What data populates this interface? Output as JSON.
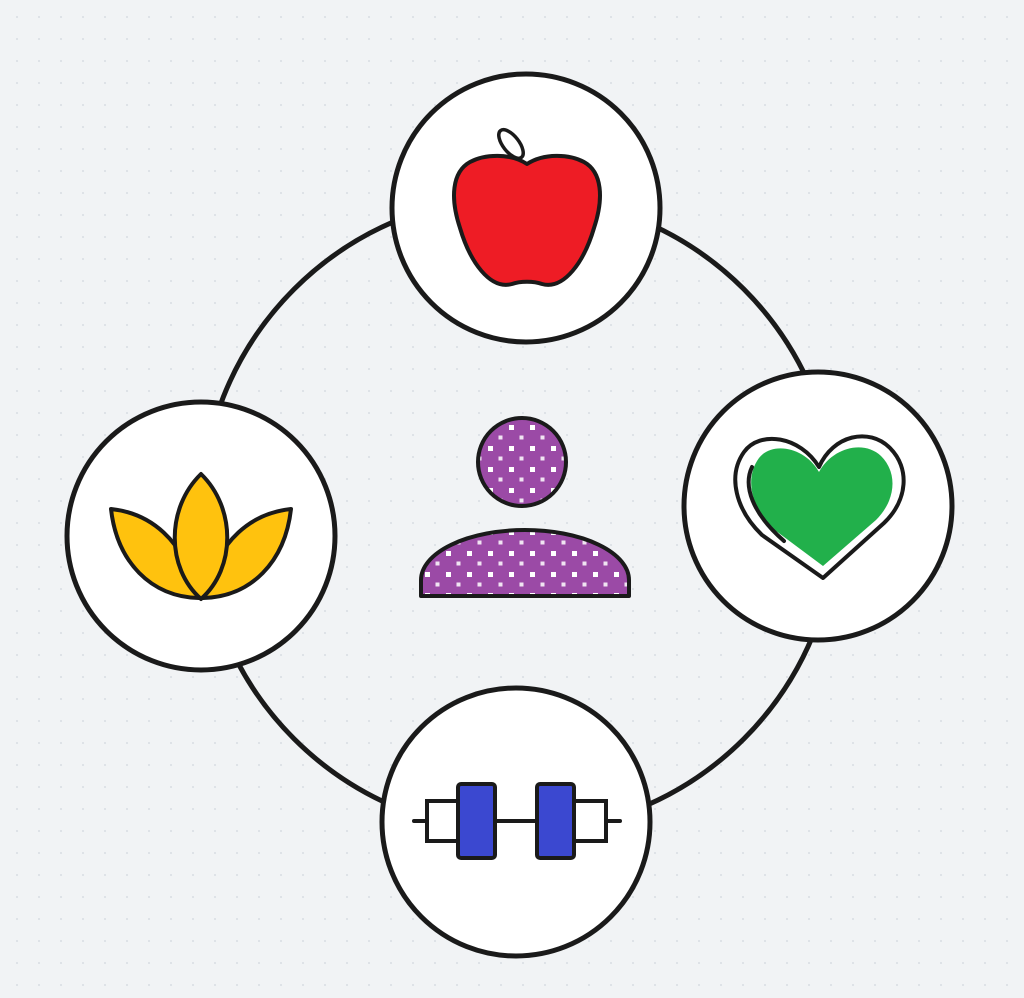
{
  "diagram": {
    "center": {
      "icon": "person-icon",
      "color": "#9b4aa6"
    },
    "nodes": [
      {
        "id": "nutrition",
        "icon": "apple-icon",
        "color": "#ee1c25"
      },
      {
        "id": "heart-health",
        "icon": "heart-icon",
        "color": "#22b04b"
      },
      {
        "id": "fitness",
        "icon": "dumbbell-icon",
        "color": "#3b48d0"
      },
      {
        "id": "mindfulness",
        "icon": "lotus-icon",
        "color": "#ffc20e"
      }
    ],
    "colors": {
      "outline": "#1a1a1a",
      "node_fill": "#ffffff",
      "background": "#f1f3f5",
      "pattern_dot": "#ffffff"
    }
  }
}
